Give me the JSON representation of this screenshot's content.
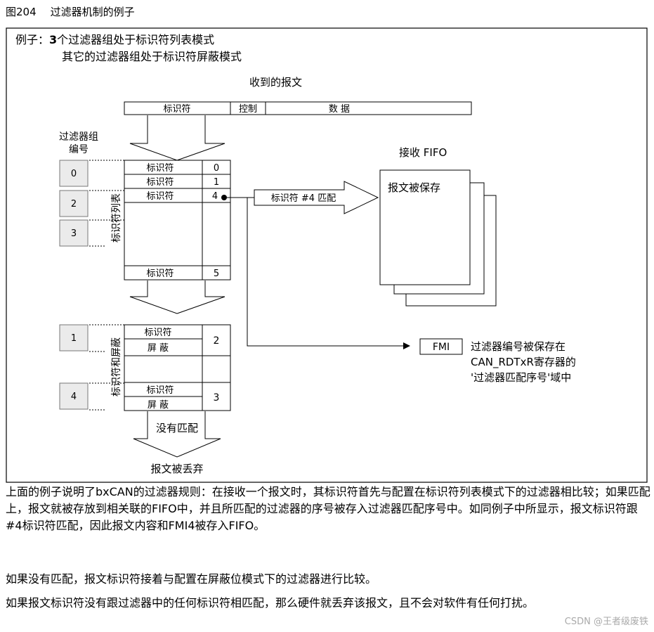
{
  "caption": {
    "number": "图204",
    "title": "过滤器机制的例子"
  },
  "example": {
    "line1_prefix": "例子：",
    "line1_bold": "3",
    "line1_rest": "个过滤器组处于标识符列表模式",
    "line2": "其它的过滤器组处于标识符屏蔽模式"
  },
  "received_message": {
    "title": "收到的报文",
    "fields": [
      "标识符",
      "控制",
      "数 据"
    ]
  },
  "filter_group": {
    "label_line1": "过滤器组",
    "label_line2": "编号"
  },
  "id_list": {
    "vertical_label": "标识符列表",
    "banks": [
      "0",
      "2",
      "3"
    ],
    "rows": [
      {
        "label": "标识符",
        "num": "0"
      },
      {
        "label": "标识符",
        "num": "1"
      },
      {
        "label": "标识符",
        "num": "4"
      },
      {
        "label": "标识符",
        "num": "5"
      }
    ]
  },
  "match_arrow": "标识符 #4 匹配",
  "fifo": {
    "title": "接收  FIFO",
    "text": "报文被保存"
  },
  "mask": {
    "vertical_label": "标识符和屏蔽",
    "banks": [
      "1",
      "4"
    ],
    "groups": [
      {
        "id_label": "标识符",
        "mask_label": "屏 蔽",
        "num": "2"
      },
      {
        "id_label": "标识符",
        "mask_label": "屏 蔽",
        "num": "3"
      }
    ]
  },
  "fmi": {
    "label": "FMI",
    "desc_line1": "过滤器编号被保存在",
    "desc_line2": "CAN_RDTxR寄存器的",
    "desc_line3": "'过滤器匹配序号'域中"
  },
  "no_match": {
    "arrow_text": "没有匹配",
    "result": "报文被丢弃"
  },
  "paragraphs": [
    "上面的例子说明了bxCAN的过滤器规则：在接收一个报文时，其标识符首先与配置在标识符列表模式下的过滤器相比较；如果匹配上，报文就被存放到相关联的FIFO中，并且所匹配的过滤器的序号被存入过滤器匹配序号中。如同例子中所显示，报文标识符跟#4标识符匹配，因此报文内容和FMI4被存入FIFO。",
    "如果没有匹配，报文标识符接着与配置在屏蔽位模式下的过滤器进行比较。",
    "如果报文标识符没有跟过滤器中的任何标识符相匹配，那么硬件就丢弃该报文，且不会对软件有任何打扰。"
  ],
  "watermark": "CSDN @王者级废铁"
}
